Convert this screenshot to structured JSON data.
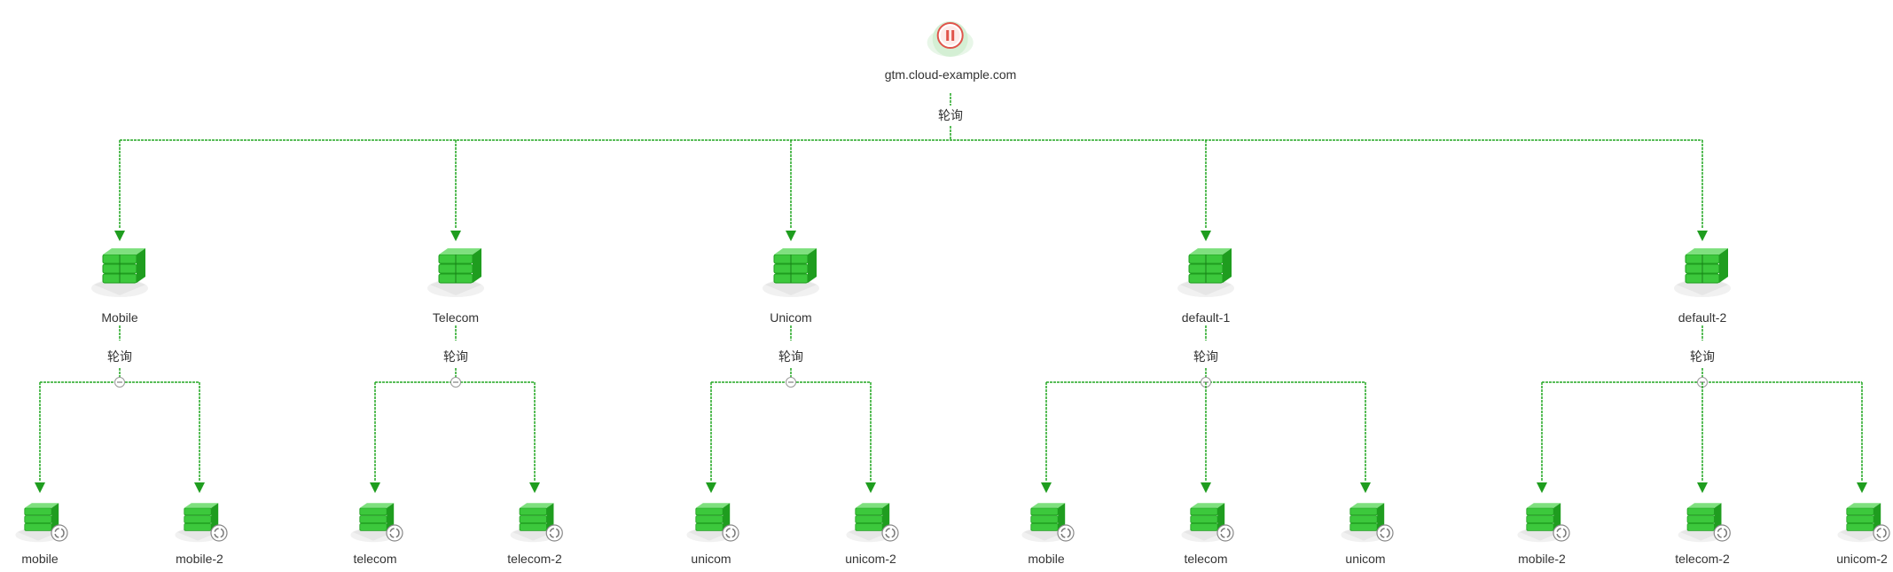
{
  "root": {
    "domain": "gtm.cloud-example.com",
    "policy": "轮询",
    "status_icon": "pause-icon"
  },
  "pools": [
    {
      "name": "Mobile",
      "policy": "轮询",
      "members": [
        "mobile",
        "mobile-2"
      ]
    },
    {
      "name": "Telecom",
      "policy": "轮询",
      "members": [
        "telecom",
        "telecom-2"
      ]
    },
    {
      "name": "Unicom",
      "policy": "轮询",
      "members": [
        "unicom",
        "unicom-2"
      ]
    },
    {
      "name": "default-1",
      "policy": "轮询",
      "members": [
        "mobile",
        "telecom",
        "unicom"
      ]
    },
    {
      "name": "default-2",
      "policy": "轮询",
      "members": [
        "mobile-2",
        "telecom-2",
        "unicom-2"
      ]
    }
  ],
  "colors": {
    "edge": "#22a722",
    "server": "#3cc83c",
    "server_dark": "#1f9d1f",
    "pause_ring": "#e0544b"
  }
}
